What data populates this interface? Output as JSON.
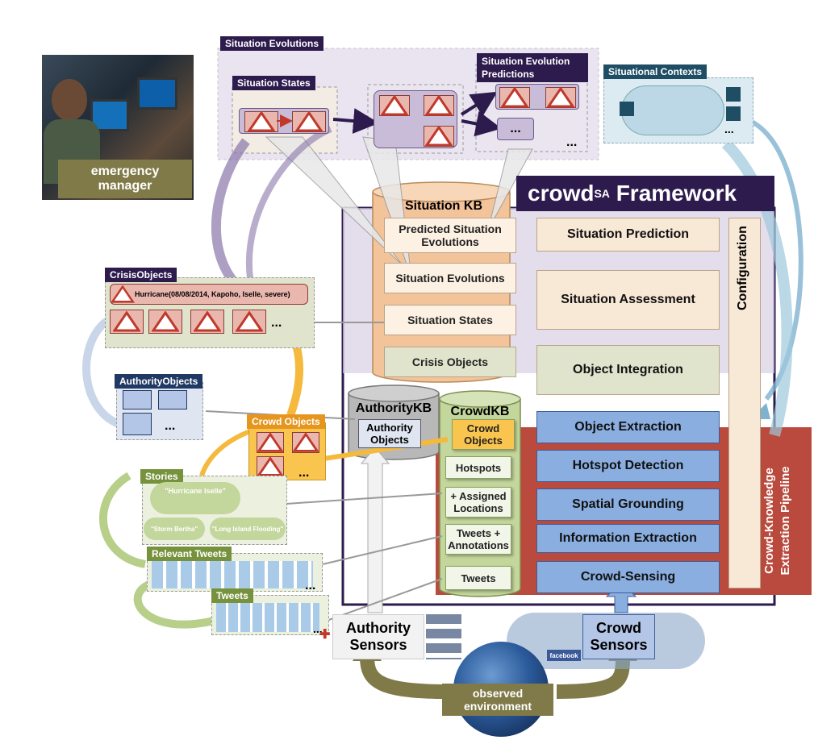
{
  "labels": {
    "emergency_manager": "emergency manager",
    "situation_evolutions": "Situation Evolutions",
    "situation_states": "Situation States",
    "situation_evolution_predictions": "Situation Evolution Predictions",
    "situational_contexts": "Situational Contexts",
    "framework_title_main": "crowd",
    "framework_title_sup": "SA",
    "framework_title_rest": " Framework",
    "situation_kb": "Situation KB",
    "predicted_situation_evolutions": "Predicted Situation Evolutions",
    "kb_situation_evolutions": "Situation Evolutions",
    "kb_situation_states": "Situation States",
    "kb_crisis_objects": "Crisis Objects",
    "situation_prediction": "Situation Prediction",
    "situation_assessment": "Situation Assessment",
    "object_integration": "Object Integration",
    "configuration": "Configuration",
    "crisis_objects_tag": "CrisisObjects",
    "hurricane_record": "Hurricane(08/08/2014, Kapoho, Iselle, severe)",
    "authority_objects_tag": "AuthorityObjects",
    "authority_kb": "AuthorityKB",
    "authority_objects": "Authority Objects",
    "crowd_kb": "CrowdKB",
    "crowd_objects_kb": "Crowd Objects",
    "hotspots": "Hotspots",
    "assigned_locations": "+ Assigned Locations",
    "tweets_annotations": "Tweets + Annotations",
    "tweets_kb": "Tweets",
    "crowd_objects_tag": "Crowd Objects",
    "object_extraction": "Object Extraction",
    "hotspot_detection": "Hotspot Detection",
    "spatial_grounding": "Spatial Grounding",
    "information_extraction": "Information Extraction",
    "crowd_sensing": "Crowd-Sensing",
    "pipeline": "Crowd-Knowledge Extraction Pipeline",
    "stories_tag": "Stories",
    "story_1": "\"Hurricane Iselle\"",
    "story_2": "\"Storm Bertha\"",
    "story_3": "\"Long Island Flooding\"",
    "relevant_tweets_tag": "Relevant Tweets",
    "tweets_tag": "Tweets",
    "authority_sensors": "Authority Sensors",
    "crowd_sensors": "Crowd Sensors",
    "observed_environment": "observed environment",
    "ellipsis": "...",
    "facebook": "facebook"
  },
  "colors": {
    "dark_purple": "#2d1b4e",
    "olive": "#807a48",
    "pipeline_red": "#b94a3d",
    "pipeline_blue": "#8aaee0",
    "kb_orange": "#f3c39a",
    "crowdkb_green": "#c3d69b",
    "stories_green": "#76923c",
    "authority_navy": "#1f3864"
  },
  "icons": [
    "hurricane-icon",
    "flood-icon",
    "storm-icon",
    "lightning-icon",
    "mountain-icon"
  ]
}
